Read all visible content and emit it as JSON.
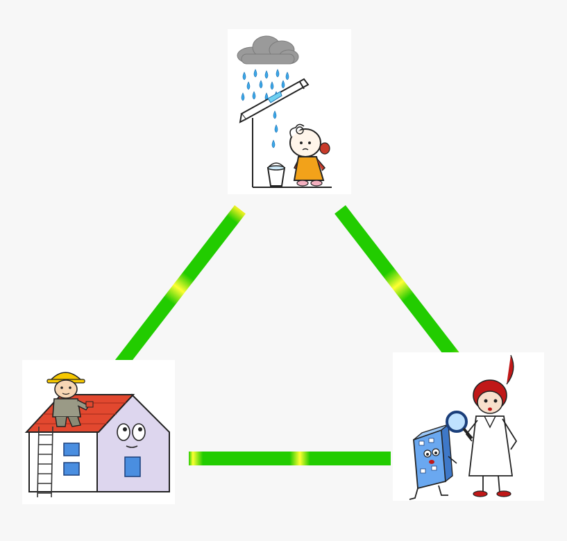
{
  "diagram": {
    "nodes": [
      {
        "id": "rain-leak",
        "icon": "rain-leak-gutter-icon"
      },
      {
        "id": "roof-repair",
        "icon": "house-roof-repair-icon"
      },
      {
        "id": "inspection",
        "icon": "inspector-magnifier-icon"
      }
    ],
    "edges": [
      {
        "from": "rain-leak",
        "to": "roof-repair"
      },
      {
        "from": "rain-leak",
        "to": "inspection"
      },
      {
        "from": "roof-repair",
        "to": "inspection"
      }
    ],
    "colors": {
      "background": "#f7f7f7",
      "connector_green": "#22cc00",
      "connector_highlight": "#ffff33",
      "roof_red": "#e2482f",
      "house_lavender": "#ddd6ee",
      "window_blue": "#4a8ee0",
      "helmet_yellow": "#f6c800",
      "rain_blue": "#3aa7e8",
      "cloud_gray": "#9a9a9a",
      "apron_orange": "#f2a21a",
      "hair_red": "#c01818"
    }
  }
}
